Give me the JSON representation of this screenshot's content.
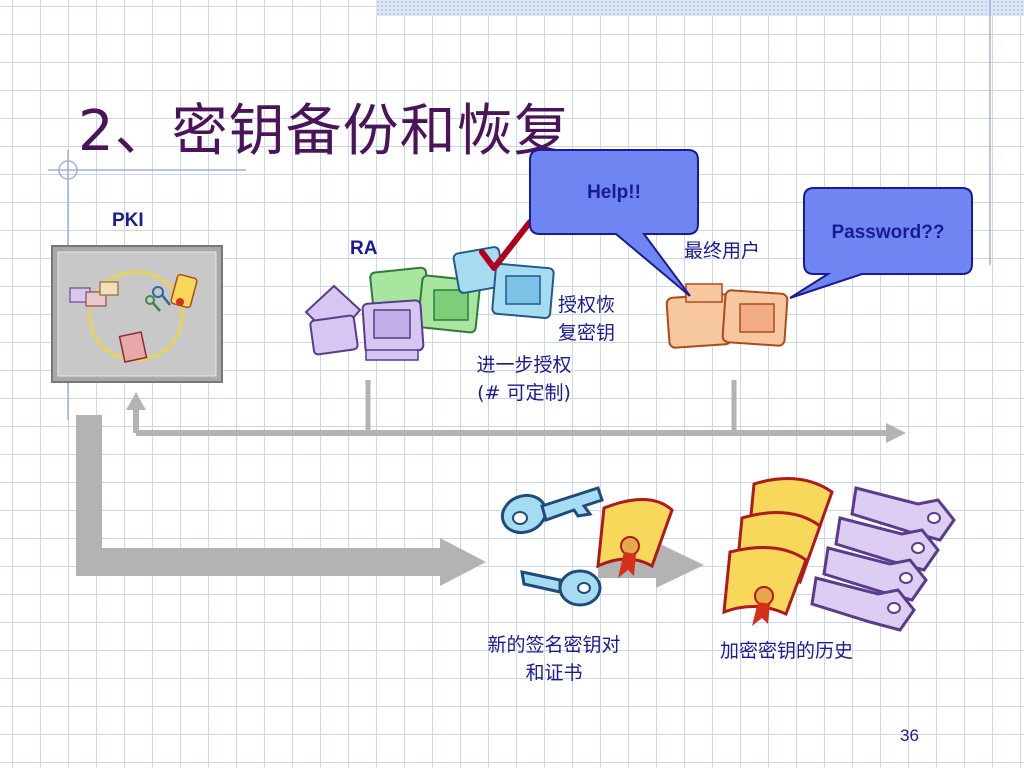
{
  "slide": {
    "title": "2、密钥备份和恢复",
    "page_number": "36"
  },
  "pki": {
    "label": "PKI"
  },
  "ra": {
    "label": "RA"
  },
  "bubbles": {
    "help": "Help!!",
    "password": "Password??"
  },
  "labels": {
    "end_user": "最终用户",
    "authorized_recovery_line1": "授权恢",
    "authorized_recovery_line2": "复密钥",
    "further_auth_line1": "进一步授权",
    "further_auth_line2": "(# 可定制)",
    "new_keys_line1": "新的签名密钥对",
    "new_keys_line2": "和证书",
    "key_history": "加密密钥的历史"
  },
  "icons": {
    "pki_box": "pki-system-icon",
    "ra_computers": "computer-cluster-icon",
    "end_user_computers": "user-computer-icon",
    "checkmark": "checkmark-icon",
    "key": "key-icon",
    "certificate": "certificate-scroll-icon"
  },
  "colors": {
    "title": "#4b145a",
    "text": "#1a1a99",
    "bubble_fill": "#6f86f2",
    "grid": "#cdd7ea",
    "arrow": "#b3b3b3",
    "checkmark": "#b00020"
  }
}
